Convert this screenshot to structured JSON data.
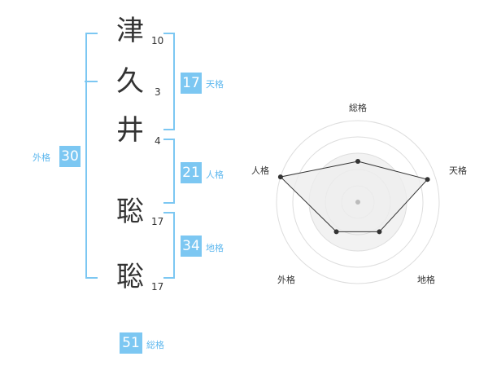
{
  "name_chars": [
    {
      "char": "津",
      "strokes": "10"
    },
    {
      "char": "久",
      "strokes": "3"
    },
    {
      "char": "井",
      "strokes": "4"
    },
    {
      "char": "聡",
      "strokes": "17"
    },
    {
      "char": "聡",
      "strokes": "17"
    }
  ],
  "fortunes": {
    "tenkaku": {
      "value": "17",
      "label": "天格"
    },
    "jinkaku": {
      "value": "21",
      "label": "人格"
    },
    "chikaku": {
      "value": "34",
      "label": "地格"
    },
    "gaikaku": {
      "value": "30",
      "label": "外格"
    },
    "soukaku": {
      "value": "51",
      "label": "総格"
    }
  },
  "radar": {
    "axes": [
      "総格",
      "天格",
      "地格",
      "外格",
      "人格"
    ],
    "values": [
      0.5,
      0.9,
      0.45,
      0.45,
      1.0
    ],
    "accent_color": "#7cc7f2",
    "fill_color": "#eeeeee",
    "line_color": "#333333"
  }
}
